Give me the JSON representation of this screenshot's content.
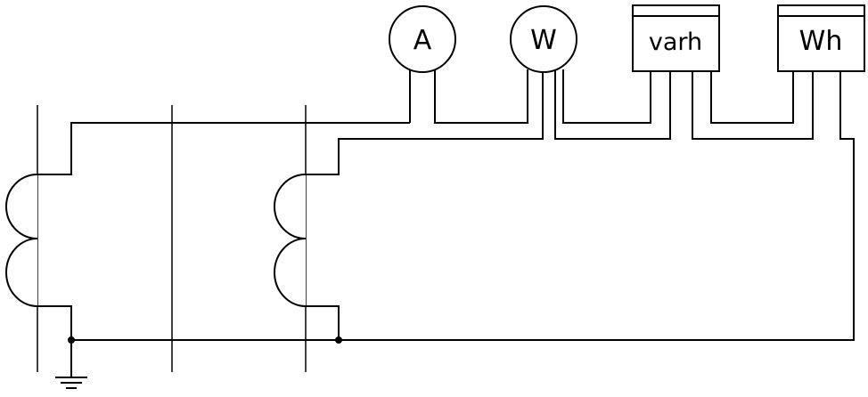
{
  "meters": {
    "ammeter": {
      "label": "A"
    },
    "wattmeter": {
      "label": "W"
    },
    "varhour_meter": {
      "label": "varh"
    },
    "watthour_meter": {
      "label": "Wh"
    }
  },
  "colors": {
    "line": "#000000",
    "background": "#ffffff"
  }
}
